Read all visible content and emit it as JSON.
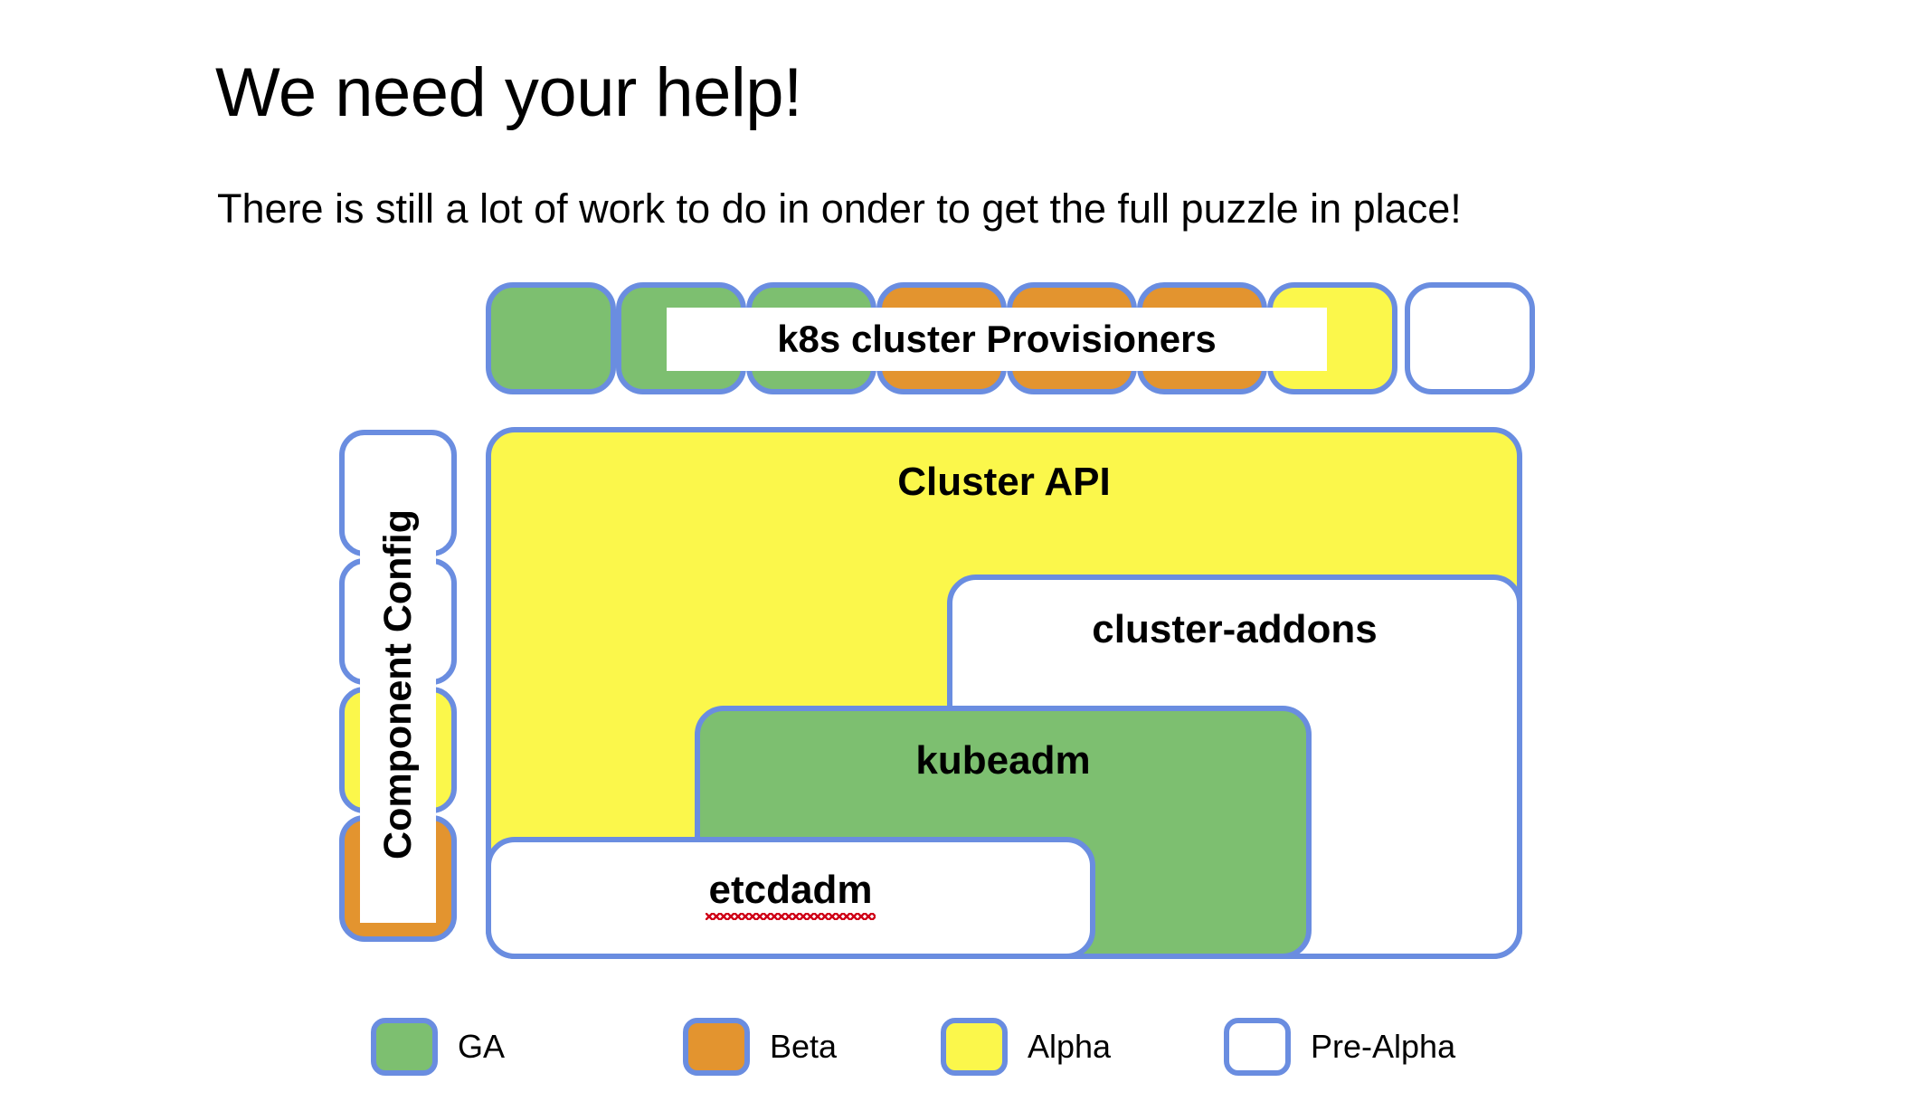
{
  "slide": {
    "title": "We need your help!",
    "subtitle": "There is still a lot of work to do in onder to get the full puzzle in place!"
  },
  "diagram": {
    "provisioners": {
      "label": "k8s cluster Provisioners",
      "boxes": [
        {
          "status": "ga"
        },
        {
          "status": "ga"
        },
        {
          "status": "ga"
        },
        {
          "status": "beta"
        },
        {
          "status": "beta"
        },
        {
          "status": "beta"
        },
        {
          "status": "alpha"
        },
        {
          "status": "prealpha"
        }
      ]
    },
    "component_config": {
      "label": "Component Config",
      "boxes": [
        {
          "status": "prealpha"
        },
        {
          "status": "prealpha"
        },
        {
          "status": "alpha"
        },
        {
          "status": "beta"
        }
      ]
    },
    "stack": {
      "cluster_api": {
        "label": "Cluster API",
        "status": "alpha"
      },
      "cluster_addons": {
        "label": "cluster-addons",
        "status": "prealpha"
      },
      "kubeadm": {
        "label": "kubeadm",
        "status": "ga"
      },
      "etcdadm": {
        "label": "etcdadm",
        "status": "prealpha",
        "misspelled": true
      }
    }
  },
  "legend": {
    "items": [
      {
        "label": "GA",
        "status": "ga",
        "color": "#7dbf70"
      },
      {
        "label": "Beta",
        "status": "beta",
        "color": "#e3942f"
      },
      {
        "label": "Alpha",
        "status": "alpha",
        "color": "#fbf74b"
      },
      {
        "label": "Pre-Alpha",
        "status": "prealpha",
        "color": "#ffffff"
      }
    ]
  },
  "colors": {
    "border": "#6a8de0",
    "ga": "#7dbf70",
    "beta": "#e3942f",
    "alpha": "#fbf74b",
    "prealpha": "#ffffff",
    "spellcheck": "#d0021b",
    "background": "#ffffff",
    "text": "#000000"
  }
}
